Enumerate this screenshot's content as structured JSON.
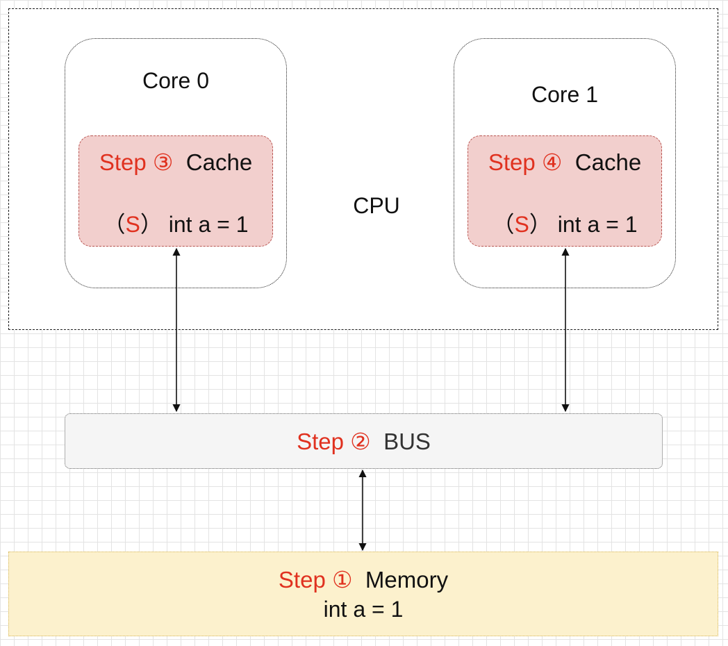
{
  "cpu": {
    "label": "CPU"
  },
  "core0": {
    "title": "Core 0",
    "cache": {
      "step": "Step ③",
      "name": "Cache",
      "state_open": "（",
      "state": "S",
      "state_close": "）",
      "value": "int a = 1"
    }
  },
  "core1": {
    "title": "Core 1",
    "cache": {
      "step": "Step ④",
      "name": "Cache",
      "state_open": "（",
      "state": "S",
      "state_close": "）",
      "value": "int a = 1"
    }
  },
  "bus": {
    "step": "Step ②",
    "name": "BUS"
  },
  "memory": {
    "step": "Step ①",
    "name": "Memory",
    "value": "int a = 1"
  },
  "colors": {
    "step_red": "#e0311f",
    "cache_fill": "#f2cfcd",
    "cache_border": "#b85450",
    "bus_fill": "#f5f5f5",
    "memory_fill": "#fcf1cd",
    "memory_border": "#d6b656"
  }
}
